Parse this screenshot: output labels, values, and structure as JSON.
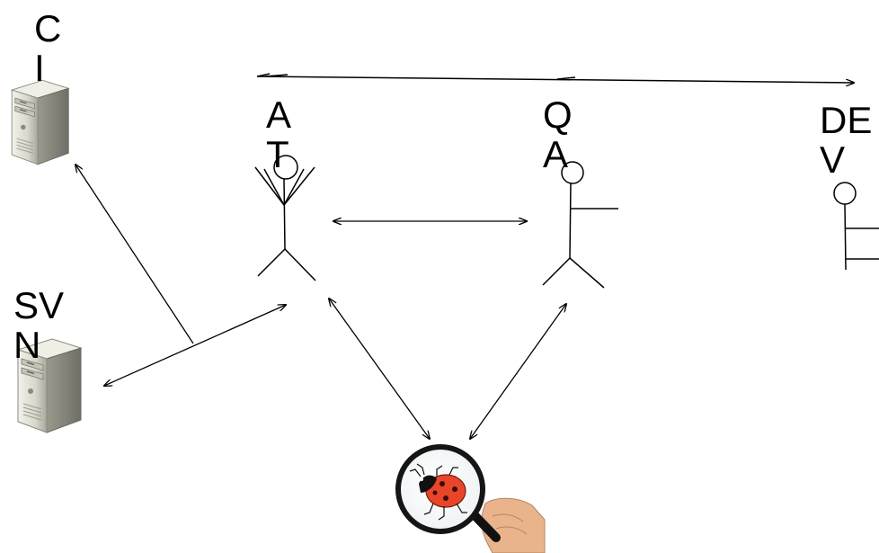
{
  "labels": {
    "ci": "C\nI",
    "svn": "SV\nN",
    "at": "A\nT",
    "qa": "Q\nA",
    "dev": "DE\nV"
  },
  "colors": {
    "line": "#000000",
    "server_light": "#e2e2d8",
    "server_mid": "#b9b9ac",
    "server_dark": "#6f6f66",
    "ladybug_red": "#e8462a",
    "skin": "#e9b48c"
  },
  "icons": {
    "ci": "server-tower-icon",
    "svn": "server-tower-icon",
    "bug": "magnifier-ladybug-icon"
  }
}
